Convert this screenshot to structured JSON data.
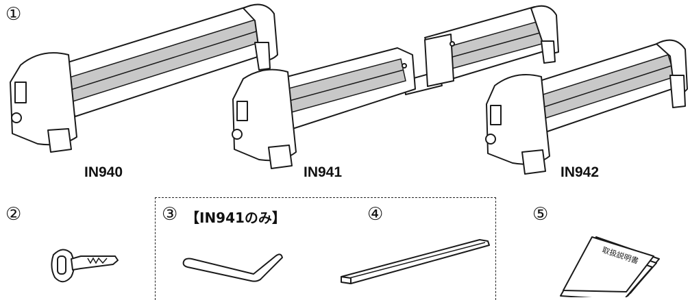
{
  "items": [
    {
      "number": "①"
    },
    {
      "number": "②"
    },
    {
      "number": "③"
    },
    {
      "number": "④"
    },
    {
      "number": "⑤"
    }
  ],
  "models": [
    "IN940",
    "IN941",
    "IN942"
  ],
  "note": "【IN941のみ】",
  "manual_cover": "取扱説明書",
  "colors": {
    "line": "#1a1a1a",
    "panel": "#c8c8c8",
    "body": "#ffffff"
  }
}
